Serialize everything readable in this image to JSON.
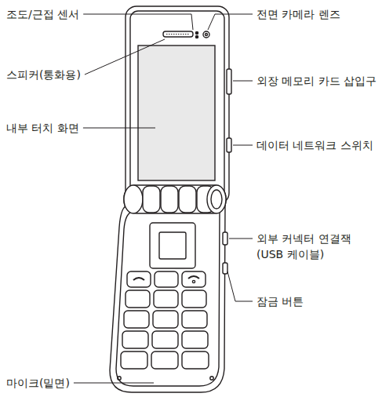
{
  "diagram": {
    "labels": [
      "조도/근접 센서",
      "전면 카메라 렌즈",
      "스피커(통화용)",
      "외장 메모리 카드 삽입구",
      "내부 터치 화면",
      "데이터 네트워크 스위치",
      "외부 커넥터 연결잭 (USB 케이블)",
      "잠금 버튼",
      "마이크(밑면)"
    ]
  }
}
